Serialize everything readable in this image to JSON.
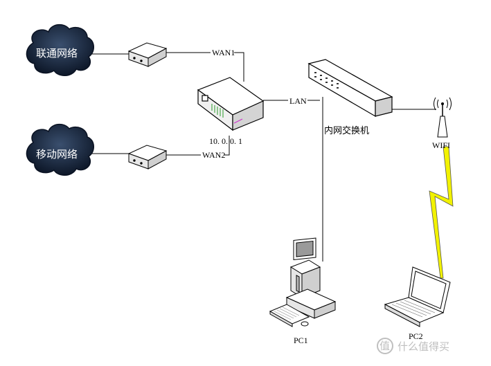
{
  "clouds": {
    "unicom": "联通网络",
    "mobile": "移动网络"
  },
  "links": {
    "wan1": "WAN1",
    "wan2": "WAN2",
    "lan": "LAN"
  },
  "router": {
    "ip": "10. 0. 0. 1"
  },
  "switch": {
    "label": "内网交换机"
  },
  "wifi": {
    "label": "WIFI"
  },
  "pcs": {
    "pc1": "PC1",
    "pc2": "PC2"
  },
  "watermark": {
    "icon": "值",
    "text": "什么值得买"
  },
  "colors": {
    "cloud": "#1a2a44",
    "lightning": "#f2f200",
    "wire": "#000000"
  }
}
